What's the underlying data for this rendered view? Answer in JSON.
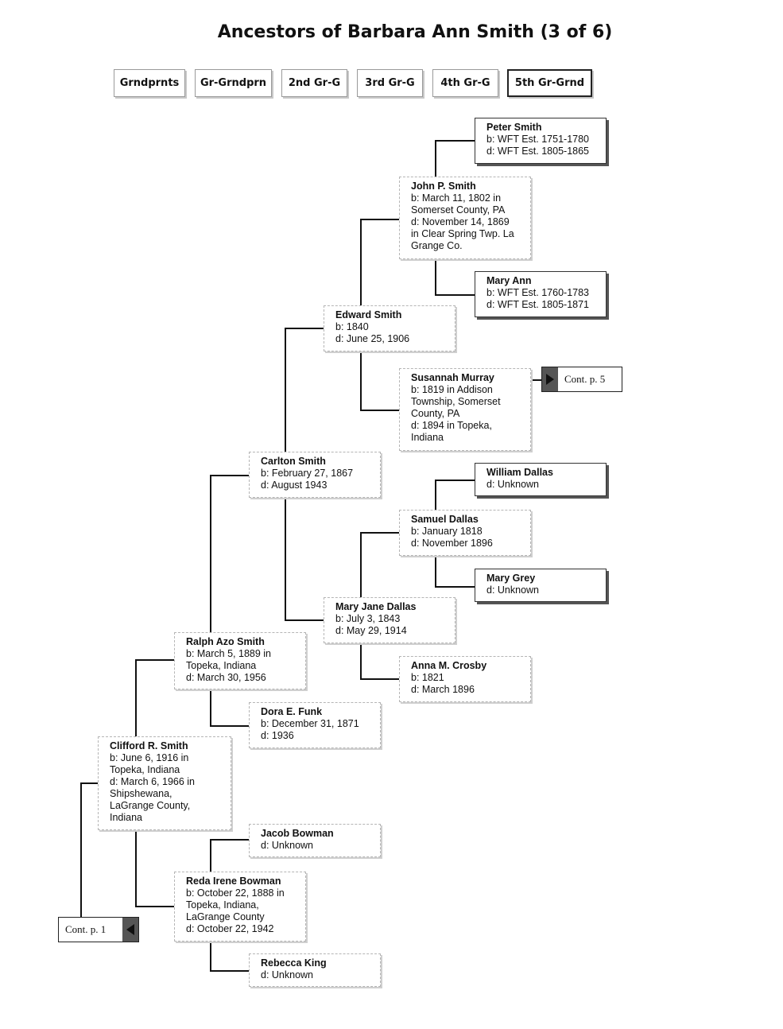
{
  "title": "Ancestors of Barbara Ann Smith (3 of 6)",
  "generations": [
    "Grndprnts",
    "Gr-Grndprn",
    "2nd Gr-G",
    "3rd Gr-G",
    "4th Gr-G",
    "5th Gr-Grnd"
  ],
  "people": {
    "peter_smith": {
      "name": "Peter Smith",
      "lines": [
        "b: WFT Est. 1751-1780",
        "d: WFT Est. 1805-1865"
      ]
    },
    "john_p_smith": {
      "name": "John P. Smith",
      "lines": [
        "b: March 11, 1802 in",
        "Somerset County, PA",
        "d: November 14, 1869",
        "in Clear Spring Twp. La",
        "Grange Co."
      ]
    },
    "mary_ann": {
      "name": "Mary Ann",
      "lines": [
        "b: WFT Est. 1760-1783",
        "d: WFT Est. 1805-1871"
      ]
    },
    "edward_smith": {
      "name": "Edward Smith",
      "lines": [
        "b: 1840",
        "d: June 25, 1906"
      ]
    },
    "susannah_murray": {
      "name": "Susannah Murray",
      "lines": [
        "b: 1819 in Addison",
        "Township, Somerset",
        "County, PA",
        "d: 1894 in Topeka,",
        "Indiana"
      ]
    },
    "carlton_smith": {
      "name": "Carlton Smith",
      "lines": [
        "b: February 27, 1867",
        "d: August 1943"
      ]
    },
    "william_dallas": {
      "name": "William Dallas",
      "lines": [
        "d: Unknown"
      ]
    },
    "samuel_dallas": {
      "name": "Samuel Dallas",
      "lines": [
        "b: January 1818",
        "d: November 1896"
      ]
    },
    "mary_grey": {
      "name": "Mary Grey",
      "lines": [
        "d: Unknown"
      ]
    },
    "mary_jane_dallas": {
      "name": "Mary Jane Dallas",
      "lines": [
        "b: July 3, 1843",
        "d: May 29, 1914"
      ]
    },
    "ralph_azo_smith": {
      "name": "Ralph Azo Smith",
      "lines": [
        "b: March 5, 1889 in",
        "Topeka, Indiana",
        "d: March 30, 1956"
      ]
    },
    "anna_m_crosby": {
      "name": "Anna M. Crosby",
      "lines": [
        "b: 1821",
        "d: March 1896"
      ]
    },
    "dora_e_funk": {
      "name": "Dora E. Funk",
      "lines": [
        "b: December 31, 1871",
        "d: 1936"
      ]
    },
    "clifford_r_smith": {
      "name": "Clifford R. Smith",
      "lines": [
        "b: June 6, 1916 in",
        "Topeka, Indiana",
        "d: March 6, 1966 in",
        "Shipshewana,",
        "LaGrange County,",
        "Indiana"
      ]
    },
    "jacob_bowman": {
      "name": "Jacob Bowman",
      "lines": [
        "d: Unknown"
      ]
    },
    "reda_irene_bowman": {
      "name": "Reda Irene Bowman",
      "lines": [
        "b: October 22, 1888 in",
        "Topeka, Indiana,",
        "LaGrange County",
        "d: October 22, 1942"
      ]
    },
    "rebecca_king": {
      "name": "Rebecca King",
      "lines": [
        "d: Unknown"
      ]
    }
  },
  "continuations": {
    "next": "Cont. p. 5",
    "prev": "Cont. p. 1"
  },
  "icons": {
    "next": "triangle-right-icon",
    "prev": "triangle-left-icon"
  },
  "colors": {
    "line": "#111111",
    "box_border": "#b5b5b5",
    "arrow_fill": "#555555"
  }
}
